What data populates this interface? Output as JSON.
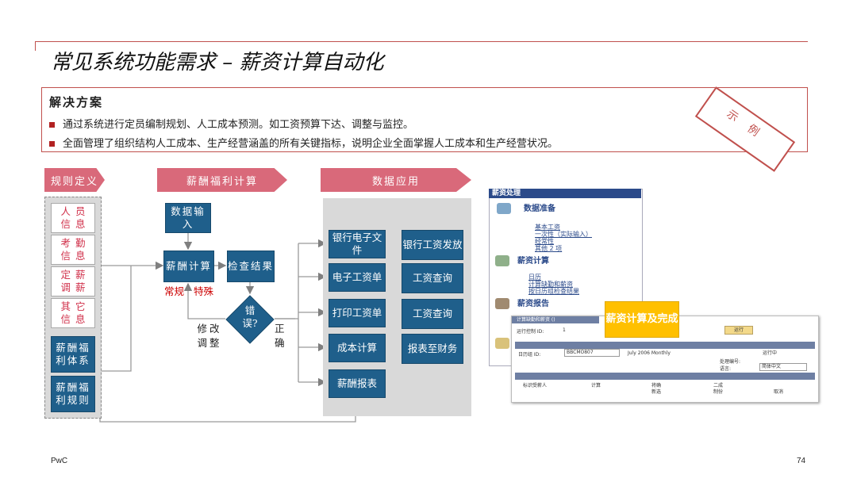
{
  "title": "常见系统功能需求 – 薪资计算自动化",
  "solution": {
    "heading": "解决方案",
    "bullets": [
      "通过系统进行定员编制规划、人工成本预测。如工资预算下达、调整与监控。",
      "全面管理了组织结构人工成本、生产经营涵盖的所有关键指标，说明企业全面掌握人工成本和生产经营状况。"
    ],
    "stamp": "示例"
  },
  "stages": [
    "规则定义",
    "薪酬福利计算",
    "数据应用"
  ],
  "rules": {
    "red_items": [
      "人员信息",
      "考勤信息",
      "定薪调薪",
      "其它信息"
    ],
    "blue_items": [
      "薪酬福利体系",
      "薪酬福利规则"
    ]
  },
  "calc": {
    "data_input": "数据输入",
    "salary_calc": "薪酬计算",
    "check": "检查结果",
    "decision": "错误?",
    "regular": "常规",
    "special": "特殊",
    "modify": "修改调整",
    "correct": "正确"
  },
  "apply": {
    "left": [
      "银行电子文件",
      "电子工资单",
      "打印工资单",
      "成本计算",
      "薪酬报表"
    ],
    "right": [
      "银行工资发放",
      "工资查询",
      "工资查询",
      "报表至财务"
    ]
  },
  "screenshot": {
    "header": "薪资处理",
    "sections": [
      {
        "title": "数据准备",
        "links": [
          "基本工资",
          "一次性（实际输入）",
          "经常性",
          "其他 2 项"
        ]
      },
      {
        "title": "薪资计算",
        "links": [
          "日历",
          "计算缺勤和薪资",
          "按日历组检查结果"
        ]
      },
      {
        "title": "薪资报告",
        "links": []
      }
    ],
    "callout": "薪资计算及完成",
    "form_title": "计算缺勤和薪资 ()",
    "run_id_label": "运行控制 ID:",
    "run_id_value": "1",
    "run_button": "运行",
    "calendar_label": "日历组 ID:",
    "calendar_value": "BBCMO807",
    "calendar_desc": "July 2006 Monthly",
    "status_label": "处理编号:",
    "lang_label": "语言:",
    "lang_value": "简体中文",
    "running": "运行中",
    "options": [
      "标识受薪人",
      "计算",
      "将确",
      "二成",
      "新选",
      "制份",
      "取消"
    ]
  },
  "footer": {
    "left": "PwC",
    "right": "74"
  },
  "colors": {
    "accent": "#c0504d",
    "chevron": "#d9697a",
    "blue": "#1f5f8b",
    "callout": "#ffc000"
  }
}
